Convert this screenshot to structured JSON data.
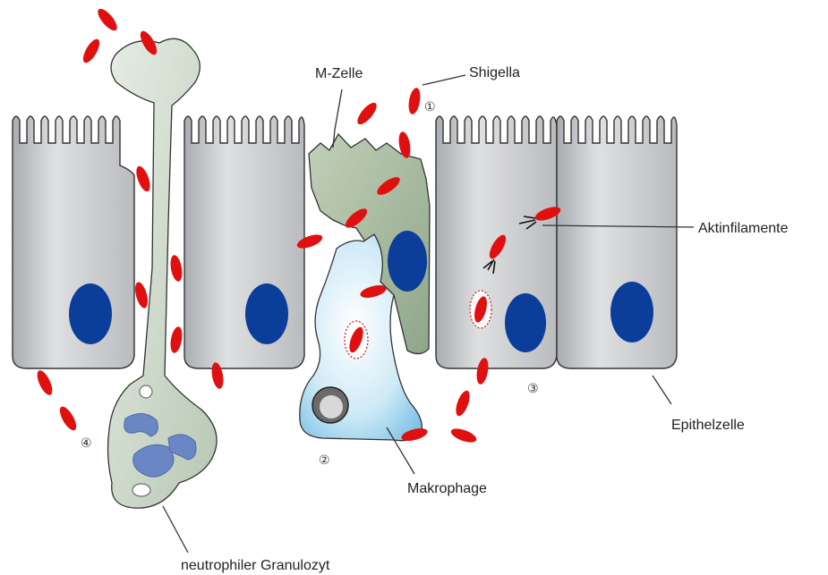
{
  "labels": {
    "m_zelle": "M-Zelle",
    "shigella": "Shigella",
    "aktinfilamente": "Aktinfilamente",
    "epithelzelle": "Epithelzelle",
    "makrophage": "Makrophage",
    "granulozyt": "neutrophiler Granulozyt"
  },
  "steps": {
    "step1": "①",
    "step2": "②",
    "step3": "③",
    "step4": "④"
  },
  "colors": {
    "epithelial_cell": "#c8cacd",
    "nucleus": "#0b3e9a",
    "bacterium": "#e01010",
    "m_cell": "#a9bba0",
    "neutrophil": "#d2ddd0",
    "macrophage": "#bfe2f3",
    "neutrophil_nucleus": "#6a86c4"
  }
}
